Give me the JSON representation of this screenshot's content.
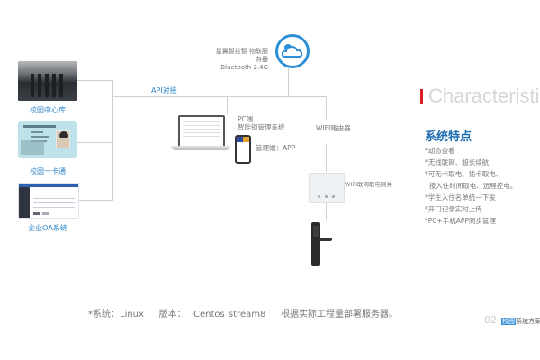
{
  "left_sources": [
    {
      "label": "校园中心库",
      "image": "server-room-image"
    },
    {
      "label": "校园一卡通",
      "image": "campus-card-image"
    },
    {
      "label": "企业OA系统",
      "image": "oa-system-screenshot"
    }
  ],
  "api_label": "API对接",
  "cloud": {
    "icon": "cloud-icon",
    "line1": "星翼智控智 物联服",
    "line2": "务器",
    "line3": "Bluetooth 2.4G",
    "color": "#2d8fd5"
  },
  "pc": {
    "line1": "PC端",
    "line2": "智能锁管理系统"
  },
  "app_label": "管理端：APP",
  "wifi_router_label": "WIFI路由器",
  "gateway_label": "WIFI联网取电网关",
  "characteristics": {
    "title": "Characteristi",
    "accent_color": "#d81e1e",
    "subtitle": "系统特点",
    "items": [
      "*动态查看",
      "*无线联网、超长续航",
      "*可无卡取电、插卡取电、",
      "  按入住时间取电、远程控电。",
      "*学生入住名单统一下发",
      "*开门记录实时上传",
      "*PC+手机APP同步管理"
    ]
  },
  "footer_note": "*系统：Linux    版本：  Centos stream8    根据实际工程量部署服务器。",
  "page": {
    "number": "02",
    "title_highlight": "校园",
    "title_rest": "系统方案"
  }
}
